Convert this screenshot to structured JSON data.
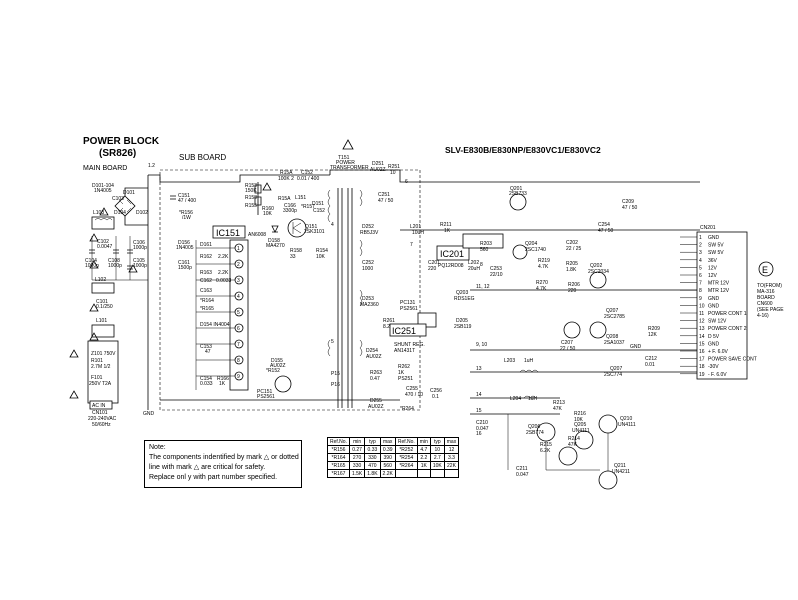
{
  "header": {
    "power_block": "POWER BLOCK",
    "model_code": "(SR826)",
    "main_board": "MAIN BOARD",
    "sub_board": "SUB BOARD",
    "models": "SLV-E830B/E830NP/E830VC1/E830VC2"
  },
  "ics": {
    "ic151": "IC151",
    "ic151_part": "AN6008",
    "ic201": "IC201",
    "ic201_part": "PQ12RD08",
    "ic251": "IC251",
    "ic251_name": "SHUNT REG.",
    "ic251_part": "AN1431T"
  },
  "transformer": {
    "ref": "T151",
    "line1": "POWER",
    "line2": "TRANSFORMER"
  },
  "input": {
    "ac_in": "AC IN",
    "cn101": "CN101",
    "voltage": "220-240VAC",
    "freq": "50/60Hz",
    "fuse": "F101",
    "fuse_rating": "250V T2A",
    "varistor": "Z101 750V",
    "r101": "R101",
    "r101_val": "2.7M 1/2"
  },
  "connector": {
    "ref": "CN201",
    "pins": [
      {
        "num": "1",
        "label": "GND"
      },
      {
        "num": "2",
        "label": "SW 5V"
      },
      {
        "num": "3",
        "label": "SW 5V"
      },
      {
        "num": "4",
        "label": "36V"
      },
      {
        "num": "5",
        "label": "12V"
      },
      {
        "num": "6",
        "label": "12V"
      },
      {
        "num": "7",
        "label": "MTR 12V"
      },
      {
        "num": "8",
        "label": "MTR 12V"
      },
      {
        "num": "9",
        "label": "GND"
      },
      {
        "num": "10",
        "label": "GND"
      },
      {
        "num": "11",
        "label": "POWER CONT 1"
      },
      {
        "num": "12",
        "label": "SW 12V"
      },
      {
        "num": "13",
        "label": "POWER CONT 2"
      },
      {
        "num": "14",
        "label": "D 5V"
      },
      {
        "num": "15",
        "label": "GND"
      },
      {
        "num": "16",
        "label": "+ F. 6.0V"
      },
      {
        "num": "17",
        "label": "POWER SAVE CONT"
      },
      {
        "num": "18",
        "label": "-30V"
      },
      {
        "num": "19",
        "label": "- F. 6.0V"
      }
    ],
    "dest_letter": "E",
    "dest1": "TO(FROM)",
    "dest2": "MA-316",
    "dest3": "BOARD",
    "dest4": "CN600",
    "dest5": "(SEE PAGE",
    "dest6": "4-16)"
  },
  "note": {
    "title": "Note:",
    "line1": "The components indentified by mark",
    "line1b": "or dotted",
    "line2a": "line with mark",
    "line2b": "are critical for safety.",
    "line3": "Replace onl y with part number specified."
  },
  "ref_table": {
    "headers": [
      "Ref.No.",
      "min",
      "typ",
      "max",
      "Ref.No.",
      "min",
      "typ",
      "max"
    ],
    "rows": [
      [
        "*R156",
        "0.27",
        "0.33",
        "0.39",
        "*R252",
        "4.7",
        "10",
        "12"
      ],
      [
        "*R164",
        "270",
        "330",
        "390",
        "*R254",
        "2.2",
        "2.7",
        "3.3"
      ],
      [
        "*R165",
        "330",
        "470",
        "560",
        "*R264",
        "1K",
        "10K",
        "22K"
      ],
      [
        "*R167",
        "1.5K",
        "1.8K",
        "2.2K",
        "",
        "",
        "",
        ""
      ]
    ]
  },
  "components": {
    "d101": "D101-104",
    "d101_p": "1N4005",
    "d101b": "D101",
    "c103": "C103",
    "d104": "D104",
    "d102": "D102",
    "l103": "L103",
    "c102": "C102",
    "c102_v": "0.0047",
    "c104": "C104",
    "c104_v": "1000p",
    "c108": "C108",
    "c108_v": "1000p",
    "c106": "C106",
    "c106_v": "1000p",
    "c105": "C105",
    "c105_v": "1000p",
    "l102": "L102",
    "c101": "C101",
    "c101_v": "0.1/250",
    "l101": "L101",
    "c151": "C151",
    "c151_v": "47 / 400",
    "r156": "*R156",
    "r156_v": "/1W",
    "d156": "D156",
    "d156_p": "1N4005",
    "r153": "R153",
    "r153_v": "150K",
    "r158": "R158",
    "r155": "R155",
    "d161": "D161",
    "r162": "R162",
    "r162_v": "2.2K",
    "c161": "C161",
    "c161_v": "1500p",
    "r163": "R163",
    "r163_v": "2.2K",
    "c162": "C162",
    "c162_v": "0.0033",
    "c163": "C163",
    "r164": "*R164",
    "r165": "*R165",
    "d154": "D154 IN4004",
    "c153": "C153",
    "c153_v": "47",
    "c154": "C154",
    "c154_v": "0.033",
    "r166": "R166",
    "r166_v": "1K",
    "r160": "R160",
    "r160_v": "10K",
    "c166": "C166",
    "c166_v": "3300p",
    "d158": "D158",
    "d158_p": "MA4270",
    "q151": "Q151",
    "q151_p": "2SK3101",
    "r157": "*R157",
    "l151": "L151",
    "r158b": "R158",
    "r158b_v": "33",
    "r154": "R154",
    "r154_v": "10K",
    "d155": "D155",
    "d155_p": "AU02Z",
    "pc151": "PC151",
    "pc151_p": "PS2561",
    "r152": "*R152",
    "r15a": "R15A",
    "r15a_v": "100K 2",
    "c152": "C152",
    "c152_v": "0.01 / 400",
    "d151": "D151",
    "c152b": "C152",
    "d251": "D251",
    "d251_p": "AU02Z",
    "r251": "R251",
    "r251_v": "10",
    "c251": "C251",
    "c251_v": "47 / 50",
    "d252": "D252",
    "d252_p": "RB5J3V",
    "c252": "C252",
    "c252_v": "1000",
    "l201": "L201",
    "l201_v": "10uH",
    "c201": "C201",
    "c201_v": "220",
    "r211": "R211",
    "r211_v": "1K",
    "q201": "Q201",
    "q201_p": "2SB733",
    "r203": "R203",
    "r203_v": "560",
    "q204": "Q204",
    "q204_p": "2SC1740",
    "c202": "C202",
    "c202_v": "22 / 25",
    "c253": "C253",
    "c253_v": "22/10",
    "c204": "C204",
    "c204_v": "47 / 25",
    "c209": "C209",
    "c209_v": "47 / 50",
    "q202": "Q202",
    "q202_p": "2SC2034",
    "r219": "R219",
    "r219_v": "4.7K",
    "r270": "R270",
    "r270_v": "4.7K",
    "r205": "R205",
    "r205_v": "1.8K",
    "r206": "R206",
    "r206_v": "220",
    "q207": "Q207",
    "q207_p": "2SC2785",
    "q208": "Q208",
    "q208_p": "2SA1037",
    "c207": "C207",
    "c207_v": "22 / 50",
    "d253": "D253",
    "d253_p": "MA2360",
    "d254": "D254",
    "d254_p": "AU02Z",
    "r261": "R261",
    "r261_v": "8.2K",
    "r262": "R262",
    "r262_v": "1K",
    "ps251": "PS251",
    "d255": "D255",
    "d255_p": "AU02Z",
    "c255": "C255",
    "c255_v": "470 / 10",
    "c256": "C256",
    "c256_v": "0.1",
    "r264": "*R264",
    "r263": "R263",
    "r263_v": "0.47",
    "pc131": "PC131",
    "pc131_p": "PS2561",
    "q203": "Q203",
    "q203_p": "RDS1EG",
    "d205": "D205",
    "d205_p": "2SB119",
    "l202": "L202",
    "l202_v": "20uH",
    "l203": "L203",
    "l203_v": "1uH",
    "l204": "L204",
    "l204_v": "1uH",
    "c212": "C212",
    "c212_v": "0.01",
    "r209": "R209",
    "r209_v": "12K",
    "q210": "Q210",
    "q210_p": "UN4111",
    "r213": "R213",
    "r213_v": "47K",
    "r216": "R216",
    "r216_v": "10K",
    "q206": "Q206",
    "q206_p": "2SB774",
    "q205": "Q205",
    "q205_p": "UN4111",
    "r215": "R215",
    "r215_v": "6.2K",
    "r214": "R214",
    "r214_v": "47K",
    "q211": "Q211",
    "q211_p": "UN4211",
    "c210": "C210",
    "c210_v": "0.047",
    "c211": "C211",
    "c211_v": "0.047",
    "c254": "C254",
    "c254_v": "47 / 50",
    "q207b": "Q207",
    "q207b_p": "2SC774",
    "gnd": "GND",
    "gnd2": "GND",
    "v12": "1.2",
    "n6": "6",
    "n7": "7",
    "n8": "8",
    "n9": "9, 10",
    "n11": "11, 12",
    "n13": "13",
    "n14": "14",
    "n15": "15",
    "n16": "16",
    "n4": "4",
    "n5": "5",
    "p15": "P15",
    "p16": "P16"
  }
}
